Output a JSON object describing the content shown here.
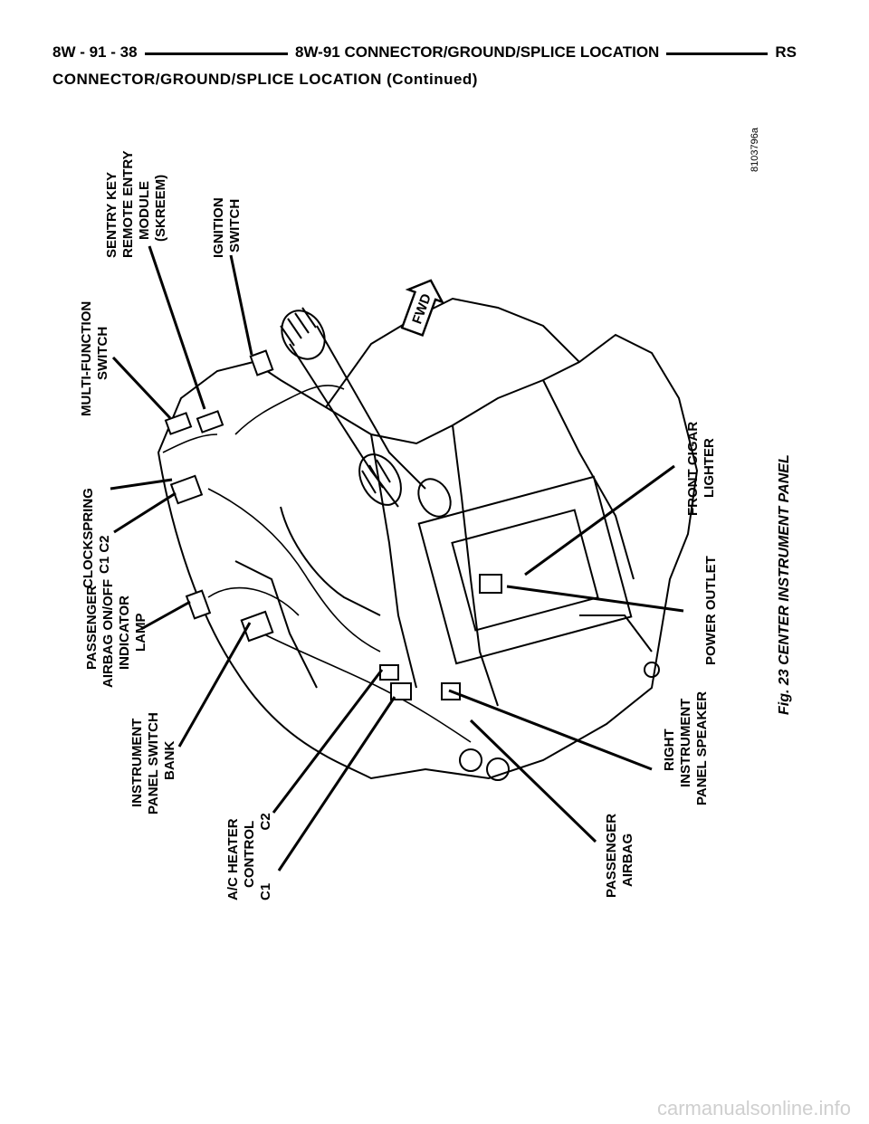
{
  "header": {
    "page_number": "8W - 91 - 38",
    "section_title": "8W-91 CONNECTOR/GROUND/SPLICE LOCATION",
    "vehicle_code": "RS"
  },
  "subheader": "CONNECTOR/GROUND/SPLICE LOCATION (Continued)",
  "figure": {
    "id": "8103796a",
    "caption": "Fig. 23 CENTER INSTRUMENT PANEL",
    "fwd_label": "FWD",
    "labels": {
      "sentry_key": [
        "SENTRY KEY",
        "REMOTE ENTRY",
        "MODULE",
        "(SKREEM)"
      ],
      "ignition_switch": [
        "IGNITION",
        "SWITCH"
      ],
      "multi_function_switch": [
        "MULTI-FUNCTION",
        "SWITCH"
      ],
      "clockspring": [
        "CLOCKSPRING",
        "C1  C2"
      ],
      "passenger_airbag_lamp": [
        "PASSENGER",
        "AIRBAG ON/OFF",
        "INDICATOR",
        "LAMP"
      ],
      "front_cigar_lighter": [
        "FRONT CIGAR",
        "LIGHTER"
      ],
      "power_outlet": [
        "POWER OUTLET"
      ],
      "instrument_panel_switch_bank": [
        "INSTRUMENT",
        "PANEL SWITCH",
        "BANK"
      ],
      "ac_heater_control": [
        "A/C HEATER",
        "CONTROL",
        "C1              C2"
      ],
      "right_ip_speaker": [
        "RIGHT",
        "INSTRUMENT",
        "PANEL SPEAKER"
      ],
      "passenger_airbag": [
        "PASSENGER",
        "AIRBAG"
      ]
    }
  },
  "watermark": "carmanualsonline.info"
}
